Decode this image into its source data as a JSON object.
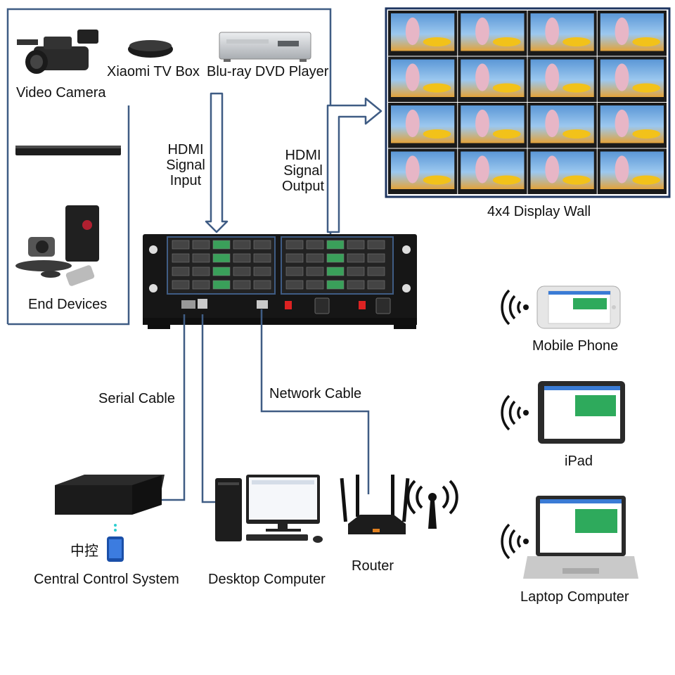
{
  "sources": {
    "video_camera": "Video Camera",
    "tv_box": "Xiaomi TV Box",
    "bluray": "Blu-ray DVD Player",
    "end_devices": "End Devices"
  },
  "signal_in": [
    "HDMI",
    "Signal",
    "Input"
  ],
  "signal_out": [
    "HDMI",
    "Signal",
    "Output"
  ],
  "display_wall": {
    "label": "4x4 Display Wall",
    "rows": 4,
    "cols": 4
  },
  "cables": {
    "serial": "Serial Cable",
    "network": "Network Cable"
  },
  "control": {
    "central": "Central Control System",
    "central_cn": "中控",
    "desktop": "Desktop Computer",
    "router": "Router"
  },
  "wireless_clients": {
    "mobile": "Mobile Phone",
    "ipad": "iPad",
    "laptop": "Laptop Computer"
  },
  "colors": {
    "line": "#3f5c84",
    "frame": "#1e3560",
    "device": "#1b1b1b"
  }
}
